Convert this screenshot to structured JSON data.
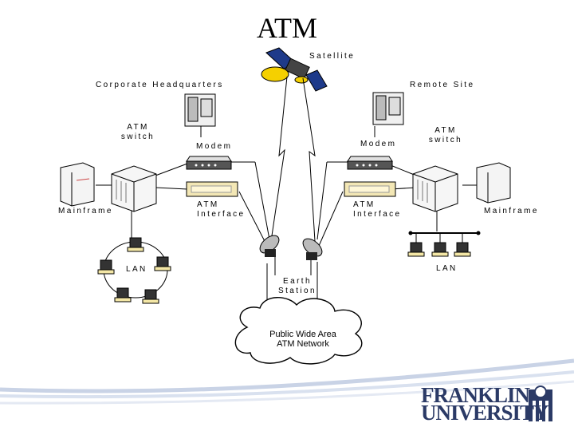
{
  "slide": {
    "title": "ATM"
  },
  "labels": {
    "satellite": "Satellite",
    "corporate_hq": "Corporate Headquarters",
    "remote_site": "Remote Site",
    "atm_switch_left": [
      "ATM",
      "switch"
    ],
    "atm_switch_right": [
      "ATM",
      "switch"
    ],
    "modem_left": "Modem",
    "modem_right": "Modem",
    "mainframe_left": "Mainframe",
    "mainframe_right": "Mainframe",
    "atm_interface_left": [
      "ATM",
      "Interface"
    ],
    "atm_interface_right": [
      "ATM",
      "Interface"
    ],
    "lan_left": "LAN",
    "lan_right": "LAN",
    "earth_station": [
      "Earth",
      "Station"
    ],
    "cloud": [
      "Public Wide Area",
      "ATM Network"
    ]
  },
  "logo": {
    "line1": "FRANKLIN",
    "line2": "UNIVERSITY"
  },
  "colors": {
    "cloud_text": "#000000",
    "logo": "#2b3a66",
    "satellite_panel": "#1e3a8a",
    "satellite_dish": "#f5d000",
    "bottom_bands": "#c9d3e6"
  }
}
